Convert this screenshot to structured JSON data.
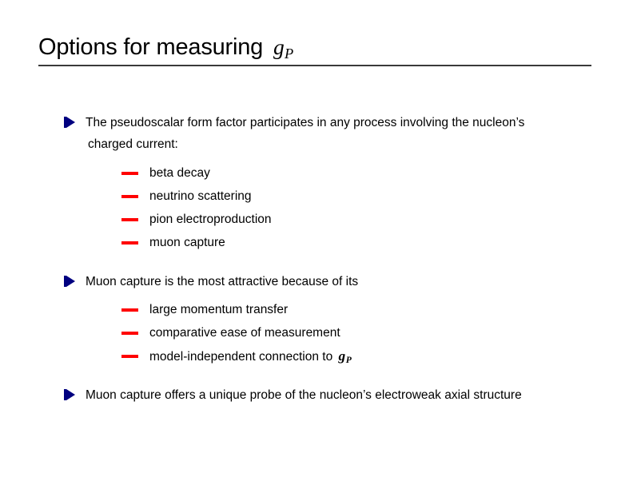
{
  "slide": {
    "title": {
      "text": "Options for measuring ",
      "math_var": "g",
      "math_sub": "P"
    },
    "colors": {
      "background": "#ffffff",
      "text": "#000000",
      "bullet_marker": "#000080",
      "sub_bullet_marker": "#ff0000",
      "title_rule": "#3a3a3a"
    },
    "blocks": [
      {
        "marker": "triangle-arrow-icon",
        "lines": [
          "The pseudoscalar form factor participates in any process involving the nucleon’s",
          "charged current:"
        ],
        "sub_items": [
          {
            "marker": "red-dash-icon",
            "text": "beta decay"
          },
          {
            "marker": "red-dash-icon",
            "text": "neutrino scattering"
          },
          {
            "marker": "red-dash-icon",
            "text": "pion electroproduction"
          },
          {
            "marker": "red-dash-icon",
            "text": "muon capture"
          }
        ]
      },
      {
        "marker": "triangle-arrow-icon",
        "lines": [
          "Muon capture is the most attractive because of its"
        ],
        "sub_items": [
          {
            "marker": "red-dash-icon",
            "text": "large momentum transfer"
          },
          {
            "marker": "red-dash-icon",
            "text": "comparative ease of measurement"
          },
          {
            "marker": "red-dash-icon",
            "text": "model-independent connection to ",
            "math_var": "g",
            "math_sub": "P"
          }
        ]
      },
      {
        "marker": "triangle-arrow-icon",
        "lines": [
          "Muon capture offers a unique probe of the nucleon’s electroweak axial structure"
        ],
        "sub_items": []
      }
    ]
  }
}
